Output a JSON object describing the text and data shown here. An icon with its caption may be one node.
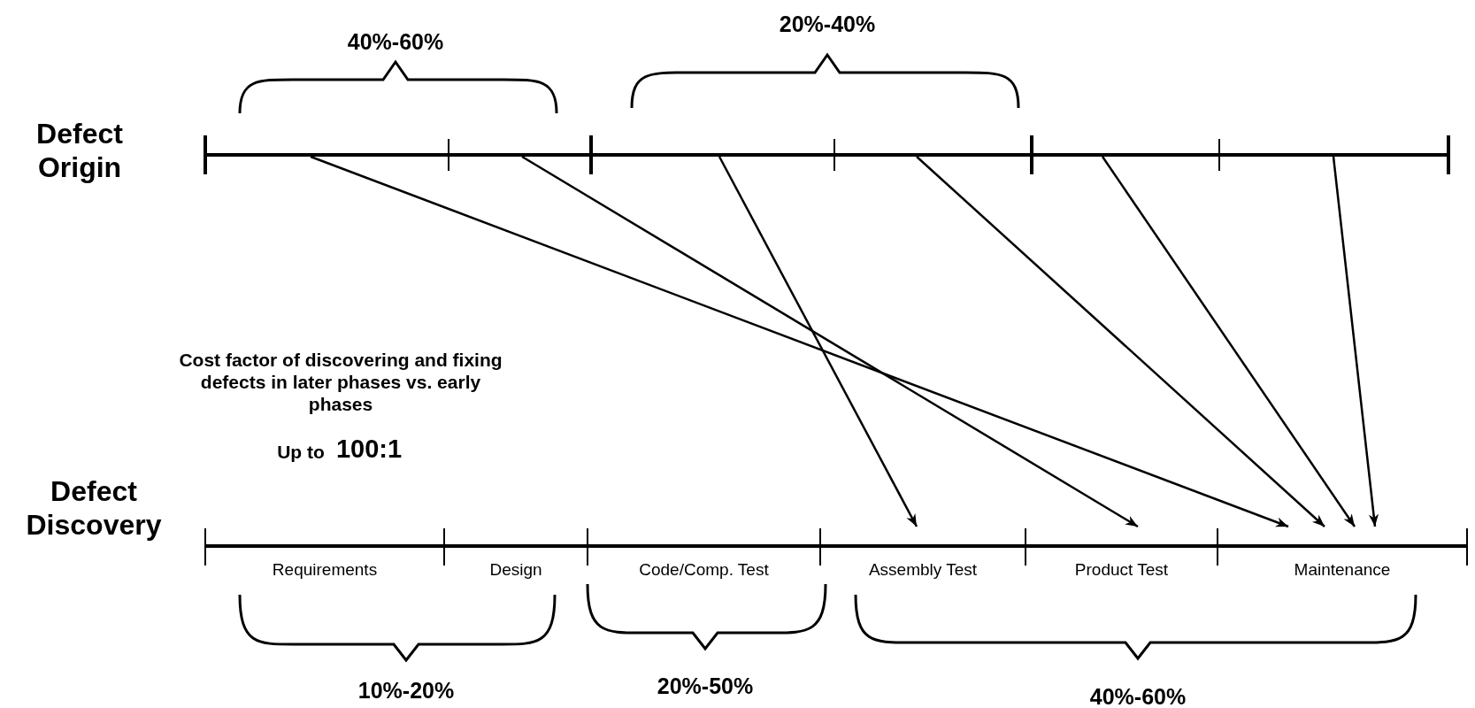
{
  "diagram": {
    "nodes": [
      {
        "text": [],
        "shape": "bar"
      },
      {
        "text": [],
        "shape": "bar"
      },
      {
        "text": [],
        "shape": "bar"
      },
      {
        "text": [],
        "shape": "bar"
      },
      {
        "text": [],
        "shape": "bar"
      },
      {
        "text": [],
        "shape": "bar"
      },
      {
        "text": [
          "Requirements"
        ]
      },
      {
        "text": [
          "Design"
        ]
      },
      {
        "text": [
          "Code/Comp. Test"
        ]
      },
      {
        "text": [
          "Assembly Test"
        ]
      },
      {
        "text": [
          "Product Test"
        ]
      },
      {
        "text": [
          "Maintenance"
        ]
      }
    ],
    "edges": [
      {
        "from": 0,
        "to": 11,
        "arrow": "to"
      },
      {
        "from": 1,
        "to": 10,
        "arrow": "to"
      },
      {
        "from": 2,
        "to": 9,
        "arrow": "to"
      },
      {
        "from": 3,
        "to": 11,
        "arrow": "to"
      },
      {
        "from": 4,
        "to": 11,
        "arrow": "to"
      },
      {
        "from": 5,
        "to": 11,
        "arrow": "to"
      }
    ],
    "labels": [
      "20%-40%",
      "40%-60%",
      "Defect Origin",
      "Cost factor of discovering and fixing defects in later phases vs. early phases",
      "Up to",
      "100:1",
      "Defect Discovery",
      "20%-50%",
      "10%-20%",
      "40%-60%"
    ]
  }
}
